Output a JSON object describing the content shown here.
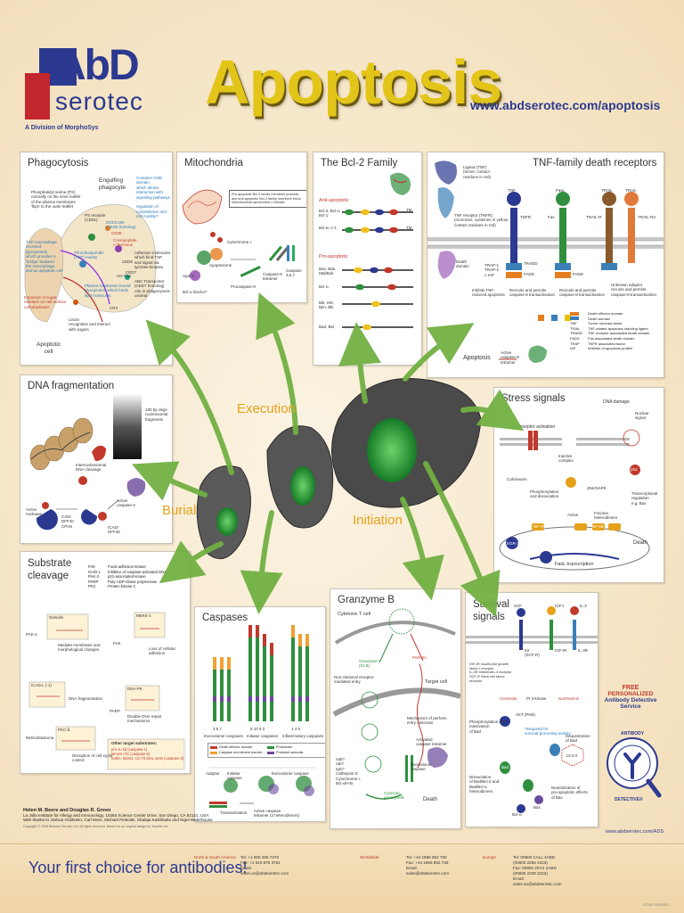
{
  "brand": {
    "logo_text_top": "AbD",
    "logo_text_bottom": "serotec",
    "division": "A Division of MorphoSys",
    "accent": "#2b3990",
    "logo_red": "#c1272d"
  },
  "title": "Apoptosis",
  "url": "www.abdserotec.com/apoptosis",
  "stages": {
    "execution": "Execution",
    "burial": "Burial",
    "initiation": "Initiation"
  },
  "panels": {
    "phagocytosis": {
      "title": "Phagocytosis",
      "engulfing": "Engulfing\nphagocyte",
      "apoptotic": "Apoptotic\ncell",
      "labels": {
        "ps": "Phosphatidyl serine (PS)\nnormally on the inner leaflet\nof the plasma membrane\n'flips' to the outer leaflet",
        "ps_receptor": "PS receptor\n(CD91)",
        "contains": "Contains CMD domain\nwhich allows\ninteraction with\nsignaling pathways -\nregulation of\ncytoskeleton and\ncell motility?",
        "cd36": "CD36",
        "crossover": "Crosspeptide\nc-Terminus",
        "dockie": "DOCK180\n(CED5 homolog)",
        "tsp": "TSP macrophage\nsecreted\nglycoprotein\nwhich provides a\n'bridge' between\nthe macrophage\nand an apoptotic cell",
        "thrombospondin": "Thrombospondin\n(TSP) moiety",
        "exposure": "Exposure of sugar\nresidues on cell-surface\ncarbohydrates",
        "lectin": "Lectin\nrecognition and interact\nwith sugars",
        "adhesion": "Adhesion molecules\nwhich bind TSP\nand signal via\ntyrosine kinases",
        "abc": "ABC Transporter\n(CED7 homolog)\nrole in phagocytosis\nunclear",
        "plasma": "Plasma membrane bound\nglycoprotein which binds\nlipid molecules",
        "ced6": "CED6",
        "ced7": "CED7",
        "cr3": "CR3",
        "vnr": "Vnr Rax"
      }
    },
    "mitochondria": {
      "title": "Mitochondria",
      "box_text": "Pro-apoptotic Bcl-2 family members promote,\nand anti-apoptotic Bcl-2 family members block\nmitochondrial cytochrome c release",
      "labels": {
        "cytochrome": "Cytochrome c",
        "apaf": "Apaf-1",
        "apoptosome": "Apoptosome",
        "procaspase": "Procaspase-9",
        "caspase9": "Caspase-9\ntetramer",
        "caspase37": "Caspase\n3,6,7",
        "bcl_blocks": "Bcl-xₗ blocks?"
      }
    },
    "bcl2": {
      "title": "The Bcl-2 Family",
      "anti": "Anti-apoptotic",
      "pro": "Pro-apoptotic",
      "anti_rows": [
        "Bcl-2, Bcl-xₗ\nBcl-1",
        "Bcl-w, A-1"
      ],
      "pro_rows": [
        "Bax, Bak,\nMtd/Bok",
        "Bcl-xₛ",
        "Bik, Hrk,\nBim, Blk",
        "Bad, Bid"
      ],
      "tm": "TM"
    },
    "tnf": {
      "title": "TNF-family death receptors",
      "labels": {
        "ligand": "Ligand (TNF)\n(trimer, contact\nresidues in red)",
        "tnfr": "TNF receptor (TNFR)\n(monomer, cysteines in yellow,\ncontact residues in red)",
        "death_domain": "Death\ndomain",
        "tnf": "TNF",
        "fasl": "FasL",
        "trail1": "TRAIL",
        "trail2": "TRAIL",
        "tnfr1": "TNFR",
        "fas": "Fas",
        "trailr": "TRAIL-R",
        "trailr2": "TRAIL-R2",
        "tradd": "TRADD",
        "fadd": "FADD",
        "fadd2": "FADD",
        "trap": "TRAP-1\nTRAP-2\nc-IAP",
        "inhibits": "Inhibits TNF-\nreduced apoptosis",
        "recruits1": "Recruits and permits\ncaspase-8 transactivation",
        "recruits2": "Recruits and permits\ncaspase-8 transactivation",
        "unknown": "Unknown adaptor\nrecruits and permits\ncaspase-8 transactivation",
        "apoptosis": "Apoptosis",
        "active_casp8": "Active\ncaspase-8\ntetramer"
      },
      "legend": [
        {
          "c": "#e67e22",
          "k": "",
          "v": "Death effector domain"
        },
        {
          "c": "#3a7fb8",
          "k": "",
          "v": "Death domain"
        },
        {
          "c": "",
          "k": "TNF",
          "v": "Tumor necrosis factor"
        },
        {
          "c": "",
          "k": "TRAIL",
          "v": "TNF-related apoptosis-inducing ligand"
        },
        {
          "c": "",
          "k": "TRADD",
          "v": "TNF receptor-associated death domain"
        },
        {
          "c": "",
          "k": "FADD",
          "v": "Fas-associated death domain"
        },
        {
          "c": "",
          "k": "TRAP",
          "v": "TNFR associated factor"
        },
        {
          "c": "",
          "k": "IAP",
          "v": "Inhibitor of apoptosis protein"
        }
      ]
    },
    "dna": {
      "title": "DNA fragmentation",
      "labels": {
        "ladder": "180 bp oligo-\nnucleosomal\nfragments",
        "internucleosomal": "Internucleosomal\nDNA cleavage",
        "active_nuclease": "Active\nnuclease",
        "cad": "CAD/\nDFF40\nCPAN",
        "icad": "ICAD/\nDFF45",
        "active_casp3": "Active\ncaspase-3"
      }
    },
    "stress": {
      "title": "Stress signals",
      "labels": {
        "tcell": "T-cell receptor activation",
        "dna_damage": "DNA damage",
        "nuclear": "Nuclear\nsignal",
        "inactive": "Inactive\ncomplex",
        "calcineurin": "Calcineurin",
        "phosph": "Phosphorylation\nand dissociation",
        "jnk": "JNK/SAPK",
        "fos": "Fos/Jun\nheterodimers",
        "active": "Active",
        "transcriptional": "Transcriptional\nregulation\ne.g. Bax",
        "death": "Death",
        "fasl": "FasL transcription",
        "nfat": "NF-AT",
        "nfkb": "NF-κB",
        "egr3": "EGR-3",
        "p53": "p53"
      }
    },
    "substrate": {
      "title": "Substrate\ncleavage",
      "abbrevs": [
        {
          "k": "FAK",
          "v": "Focal adhesion kinase"
        },
        {
          "k": "ICAD-L",
          "v": "Inhibitor of caspase-activated DNAse"
        },
        {
          "k": "PAK-2",
          "v": "p21-associated kinase"
        },
        {
          "k": "PARP",
          "v": "Poly-ADP-ribose polymerase"
        },
        {
          "k": "PKC",
          "v": "Protein kinase C"
        }
      ],
      "labels": {
        "gelsolin": "Gelsolin",
        "mediate": "Mediate membrane and\nmorphological changes",
        "mekk": "MEKK-1",
        "loss": "Loss of cellular adhesion",
        "fak": "FAK",
        "pak2": "PAK-2",
        "icad": "ICAD-L (-1)",
        "dna_frag": "DNA fragmentation",
        "dna_pk": "DNA-PK",
        "parp": "PARP",
        "disable": "Disable DNA repair\nmechanisms",
        "pkc": "PKC-δ",
        "retino": "Retinoblastoma",
        "disruption": "Disruption of cell-cycle\ncontrol",
        "other_title": "Other target substrates:",
        "other": "pro-IL-1β (caspase-1)\nlamins A/C (caspase-6)\nfodrin, Mdm2, U1-70 kDa, actin (caspase-3)"
      }
    },
    "caspases": {
      "title": "Caspases",
      "groups": [
        "3  6  7",
        "8  10  9  2",
        "1  4  5"
      ],
      "group_labels": [
        "Executioner caspases",
        "Initiator caspases",
        "Inflammatory caspases"
      ],
      "legend": [
        {
          "c": "#c0392b",
          "v": "Death effector domain"
        },
        {
          "c": "#2f8f3e",
          "v": "Prodomain"
        },
        {
          "c": "#f0a030",
          "v": "Caspase recruitment domain"
        },
        {
          "c": "#6a4a9a",
          "v": "Protease subunits"
        }
      ],
      "labels": {
        "adaptor": "Adaptor",
        "initiator": "Initiator\ncaspase",
        "executioner": "Executioner caspase",
        "transactivation": "Transactivation",
        "active": "Active caspase\ntetramer (2 heterodimers)"
      }
    },
    "granzyme": {
      "title": "Granzyme B",
      "labels": {
        "cytotoxic": "Cytotoxic T cell",
        "granzyme": "Granzyme B\n(Gr.B)",
        "perforin": "Perforin",
        "target": "Target cell",
        "non_classical": "Non-classical receptor-\nmediated entry",
        "mechanism": "Mechanism of perforin\nentry unknown",
        "activated": "Activated\ncaspase tetramer",
        "executioner": "Executioner\ncaspase",
        "cytosolic": "Cytosolic\ngranzymeB",
        "death": "Death",
        "list": "nab?\nrab?\nIgG?\nCathepsin D\nCytochrome c\nBcl-x/H-B"
      }
    },
    "survival": {
      "title": "Survival\nsignals",
      "labels": {
        "scf": "SCF",
        "igf": "IGF-I",
        "il3": "IL-3",
        "kit": "Kit\n(SCF-R)",
        "igfr": "IGF-IR",
        "il3r": "IL-3R",
        "list": "IGF-IR    Insulin-like growth\n               factor-I receptor\nIL-3R      Interleukin-3 receptor\nSCF-R     Stem cell factor\n               receptor",
        "pi3": "PI 3-kinase",
        "akt": "AKT (PKB)",
        "wortmannin": "wortmannin",
        "ceramide": "Ceramide",
        "phosph": "Phosphorylation and\ninactivation\nof Bad",
        "required": "*Required for\nsurvival-promoting activity",
        "sequestration": "Sequestration\nof Bad",
        "dissociation": "Dissociation\nof Bad/Bcl-2 and\nBad/Bcl-xₗ\nheterodimers",
        "neutral": "Neutralization of\npro-apoptotic effects\nof Bax",
        "bad": "Bad",
        "bax": "Bax",
        "bcl": "Bcl-xₗ",
        "1433": "14-3-3"
      }
    }
  },
  "promo": {
    "line1": "FREE",
    "line2": "PERSONALIZED",
    "line3": "Antibody Detective",
    "line4": "Service",
    "badge_top": "ANTIBODY",
    "badge_bottom": "DETECTIVE®",
    "url": "www.abdserotec.com/ADS"
  },
  "credits": {
    "authors": "Helen M. Beere and Douglas R. Green",
    "institute": "La Jolla Institute for Allergy and Immunology, 10355 Science Center Drive, San Diego, CA 92121, USA",
    "thanks": "With thanks to Joshua Goldstein, Carl More, Michael Pinkoski, Shalaja Kasibhatla and Nigel Waterhouse",
    "copyright": "Copyright © 2006 Biomeni Serotec Ltd. All rights reserved. Based on an original design by Tamblin Ltd."
  },
  "footer": {
    "tagline": "Your first choice for antibodies!",
    "regions": [
      {
        "name": "North & South America",
        "tel": "+1 800 265 7376",
        "fax": "+1 919 878 3751",
        "email": "sales.us@abdserotec.com"
      },
      {
        "name": "Worldwide",
        "tel": "+44 1865 852 700",
        "fax": "+44 1865 852 739",
        "email": "sales@abdserotec.com"
      },
      {
        "name": "Europe",
        "tel": "00800 CALL 4ABD\n(00800 2255 4223)",
        "fax": "00800 2FAX 2ABD\n(00800 2329 2223)",
        "email": "sales.eu@abdserotec.com"
      }
    ],
    "code": "LIT-AP-OP/2015-1"
  }
}
